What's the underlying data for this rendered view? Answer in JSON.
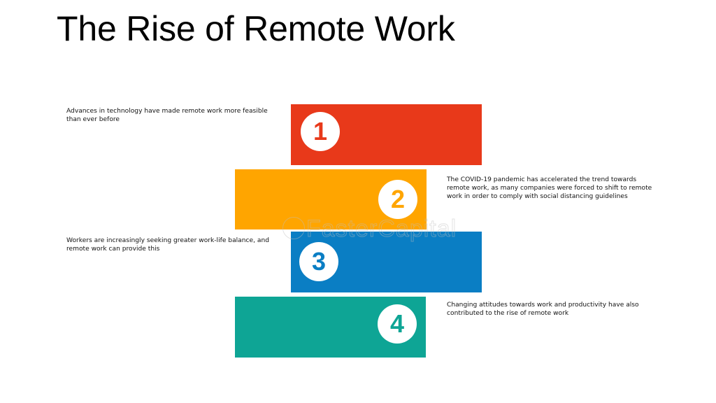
{
  "slide": {
    "title": "The Rise of Remote Work",
    "watermark": "FasterCapital"
  },
  "steps": [
    {
      "number": "1",
      "color": "#E8391A",
      "text": "Advances in technology have made remote work more feasible than ever before"
    },
    {
      "number": "2",
      "color": "#FFA500",
      "text": "The COVID-19 pandemic has accelerated the trend towards remote work, as many companies were forced to shift to remote work in order to comply with social distancing guidelines"
    },
    {
      "number": "3",
      "color": "#0A7EC4",
      "text": "Workers are increasingly seeking greater work-life balance, and remote work can provide this"
    },
    {
      "number": "4",
      "color": "#0EA595",
      "text": "Changing attitudes towards work and productivity have also contributed to the rise of remote work"
    }
  ]
}
